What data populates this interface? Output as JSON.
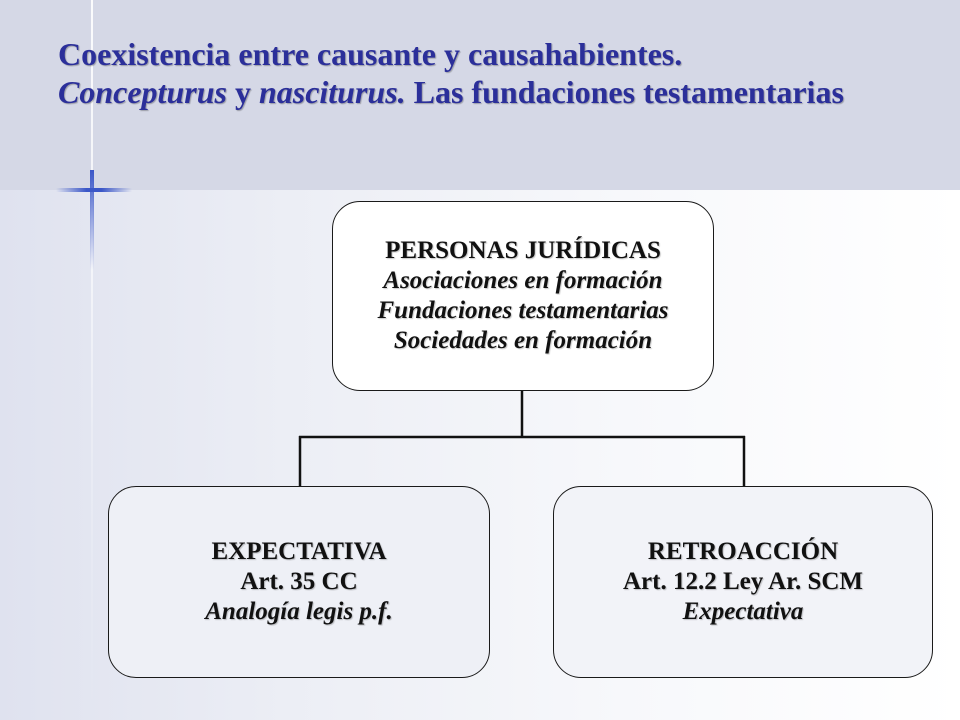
{
  "slide": {
    "title_part1": "Coexistencia entre causante y causahabientes.",
    "title_part2": "Concepturus",
    "title_part3": " y ",
    "title_part4": "nasciturus.",
    "title_part5": " Las fundaciones testamentarias"
  },
  "diagram": {
    "root": {
      "heading": "PERSONAS JURÍDICAS",
      "items": [
        "Asociaciones en formación",
        "Fundaciones testamentarias",
        "Sociedades en formación"
      ]
    },
    "left": {
      "heading": "EXPECTATIVA",
      "reference": "Art. 35 CC",
      "note": "Analogía legis p.f."
    },
    "right": {
      "heading": "RETROACCIÓN",
      "reference": "Art. 12.2 Ley Ar. SCM",
      "note": "Expectativa"
    }
  },
  "colors": {
    "title": "#2b2f9a",
    "accent": "#3b57c8"
  }
}
